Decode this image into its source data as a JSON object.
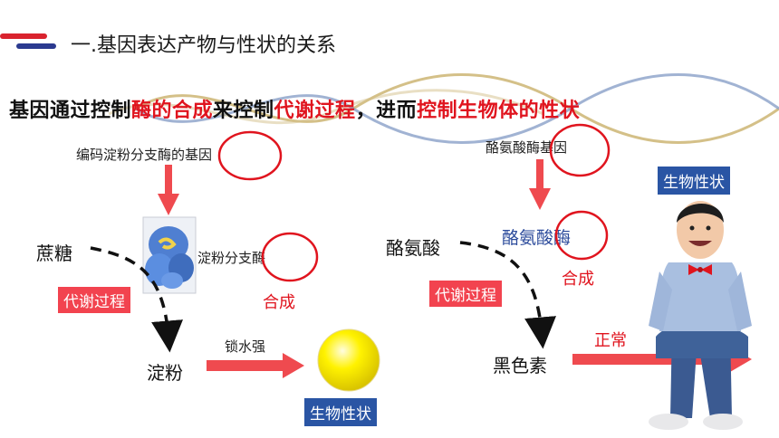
{
  "title": "一.基因表达产物与性状的关系",
  "banner": {
    "part1": "基因通过控制",
    "part2": "酶的合成",
    "part3": "来控制",
    "part4": "代谢过程",
    "part5": "，进而",
    "part6": "控制生物体的性状"
  },
  "left": {
    "gene_label": "编码淀粉分支酶的基因",
    "sucrose": "蔗糖",
    "enzyme": "淀粉分支酶",
    "synthesis": "合成",
    "metabolism": "代谢过程",
    "starch": "淀粉",
    "water_retention": "锁水强",
    "trait": "生物性状"
  },
  "right": {
    "gene_label": "酪氨酸酶基因",
    "tyrosine": "酪氨酸",
    "enzyme": "酪氨酸酶",
    "synthesis": "合成",
    "metabolism": "代谢过程",
    "melanin": "黑色素",
    "normal": "正常",
    "trait": "生物性状"
  },
  "colors": {
    "accent_red": "#e0141e",
    "box_red": "#f2434f",
    "box_blue": "#2a55a4",
    "text_blue": "#2d4c9c"
  }
}
